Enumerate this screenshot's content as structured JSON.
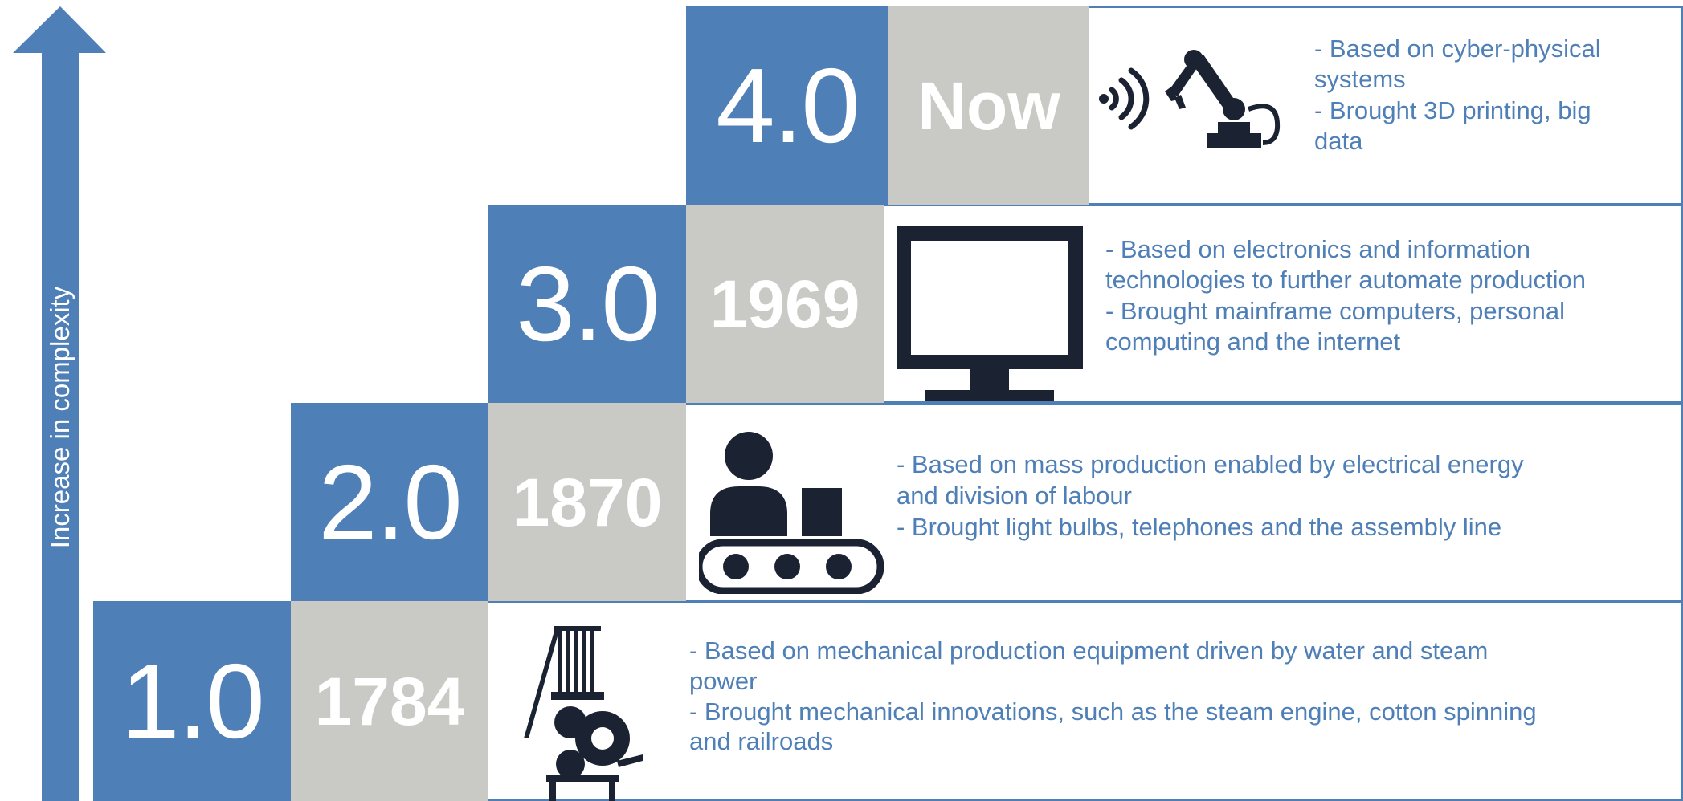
{
  "axis": {
    "label": "Increase in complexity",
    "arrow_color": "#4f7fb7"
  },
  "colors": {
    "version_block": "#4f7fb7",
    "year_block": "#c9c9c5",
    "text": "#4f7fb7",
    "icon": "#1b2333"
  },
  "stages": [
    {
      "version": "1.0",
      "year": "1784",
      "icon": "loom-icon",
      "lines": [
        "- Based on mechanical production equipment driven by water and steam",
        "power",
        "- Brought mechanical innovations, such as the steam engine, cotton spinning",
        "and railroads"
      ]
    },
    {
      "version": "2.0",
      "year": "1870",
      "icon": "assembly-line-icon",
      "lines": [
        "- Based on mass production enabled by electrical energy",
        "and division of labour",
        "- Brought light bulbs, telephones and the assembly line"
      ]
    },
    {
      "version": "3.0",
      "year": "1969",
      "icon": "computer-monitor-icon",
      "lines": [
        "- Based on electronics and information",
        "technologies to further automate production",
        "- Brought mainframe computers, personal",
        "computing and the internet"
      ]
    },
    {
      "version": "4.0",
      "year": "Now",
      "icon": "robot-arm-wireless-icon",
      "lines": [
        "- Based on cyber-physical",
        "systems",
        "- Brought 3D printing, big",
        "data"
      ]
    }
  ]
}
